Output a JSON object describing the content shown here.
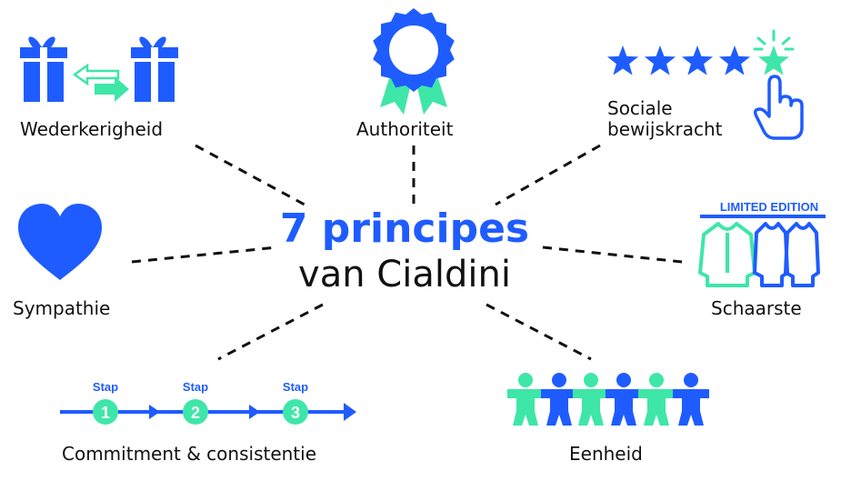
{
  "title": {
    "line1": "7 principes",
    "line2": "van Cialdini"
  },
  "principles": [
    {
      "label": "Wederkerigheid",
      "icon": "gift-exchange-icon"
    },
    {
      "label": "Authoriteit",
      "icon": "award-ribbon-icon"
    },
    {
      "label": "Sociale",
      "label2": "bewijskracht",
      "icon": "star-rating-icon"
    },
    {
      "label": "Sympathie",
      "icon": "heart-icon"
    },
    {
      "label": "Schaarste",
      "badge": "LIMITED EDITION",
      "icon": "clothing-rack-icon"
    },
    {
      "label": "Commitment & consistentie",
      "icon": "steps-arrow-icon",
      "steps": [
        {
          "label": "Stap",
          "num": "1"
        },
        {
          "label": "Stap",
          "num": "2"
        },
        {
          "label": "Stap",
          "num": "3"
        }
      ]
    },
    {
      "label": "Eenheid",
      "icon": "paper-people-chain-icon"
    }
  ],
  "colors": {
    "blue": "#1f5cff",
    "mint": "#3ee6a8",
    "text": "#111111"
  }
}
